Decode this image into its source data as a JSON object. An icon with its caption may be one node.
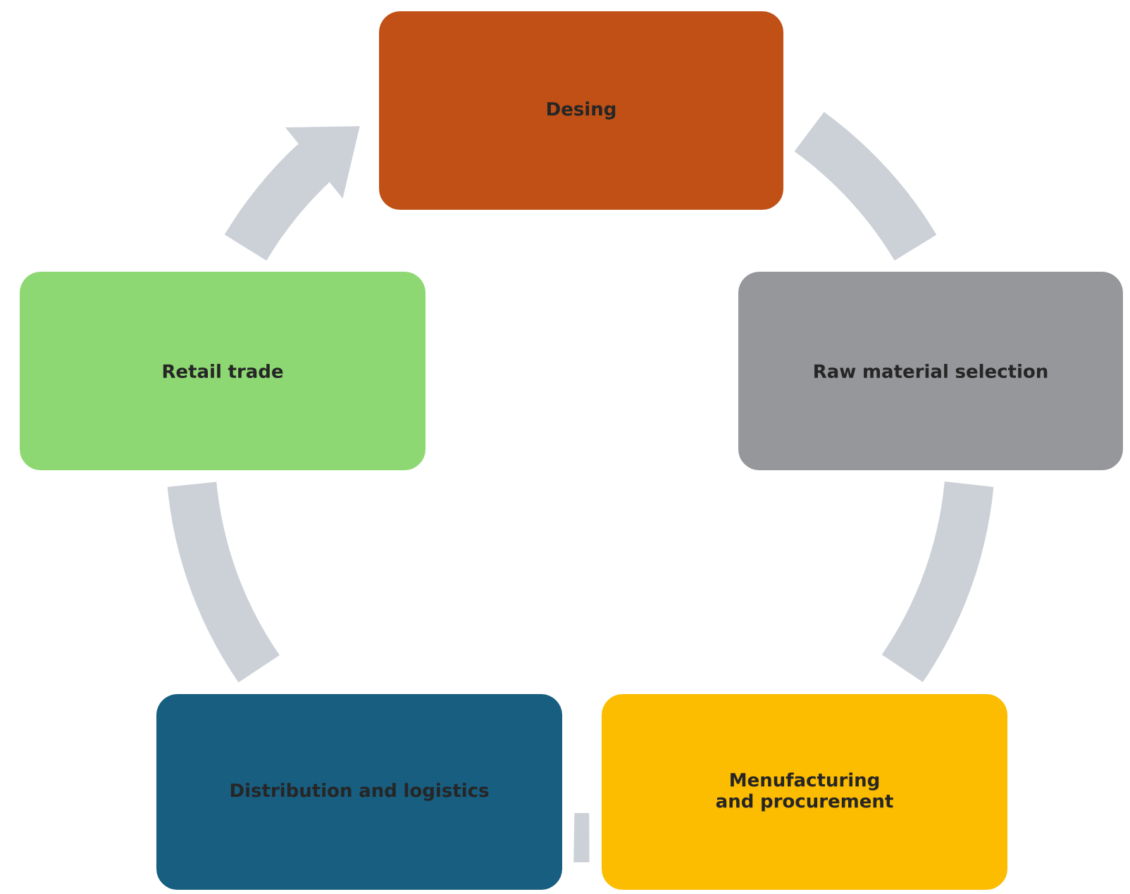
{
  "diagram": {
    "nodes": [
      {
        "text": [
          "Desing"
        ]
      },
      {
        "text": [
          "Raw material selection"
        ]
      },
      {
        "text": [
          "Menufacturing and procurement"
        ]
      },
      {
        "text": [
          "Distribution and logistics"
        ]
      },
      {
        "text": [
          "Retail trade"
        ]
      }
    ],
    "edges": [
      {
        "from": 0,
        "to": 1,
        "arrow": "none"
      },
      {
        "from": 1,
        "to": 2,
        "arrow": "none"
      },
      {
        "from": 2,
        "to": 3,
        "arrow": "none"
      },
      {
        "from": 3,
        "to": 4,
        "arrow": "none"
      },
      {
        "from": 4,
        "to": 0,
        "arrow": "to"
      }
    ]
  }
}
